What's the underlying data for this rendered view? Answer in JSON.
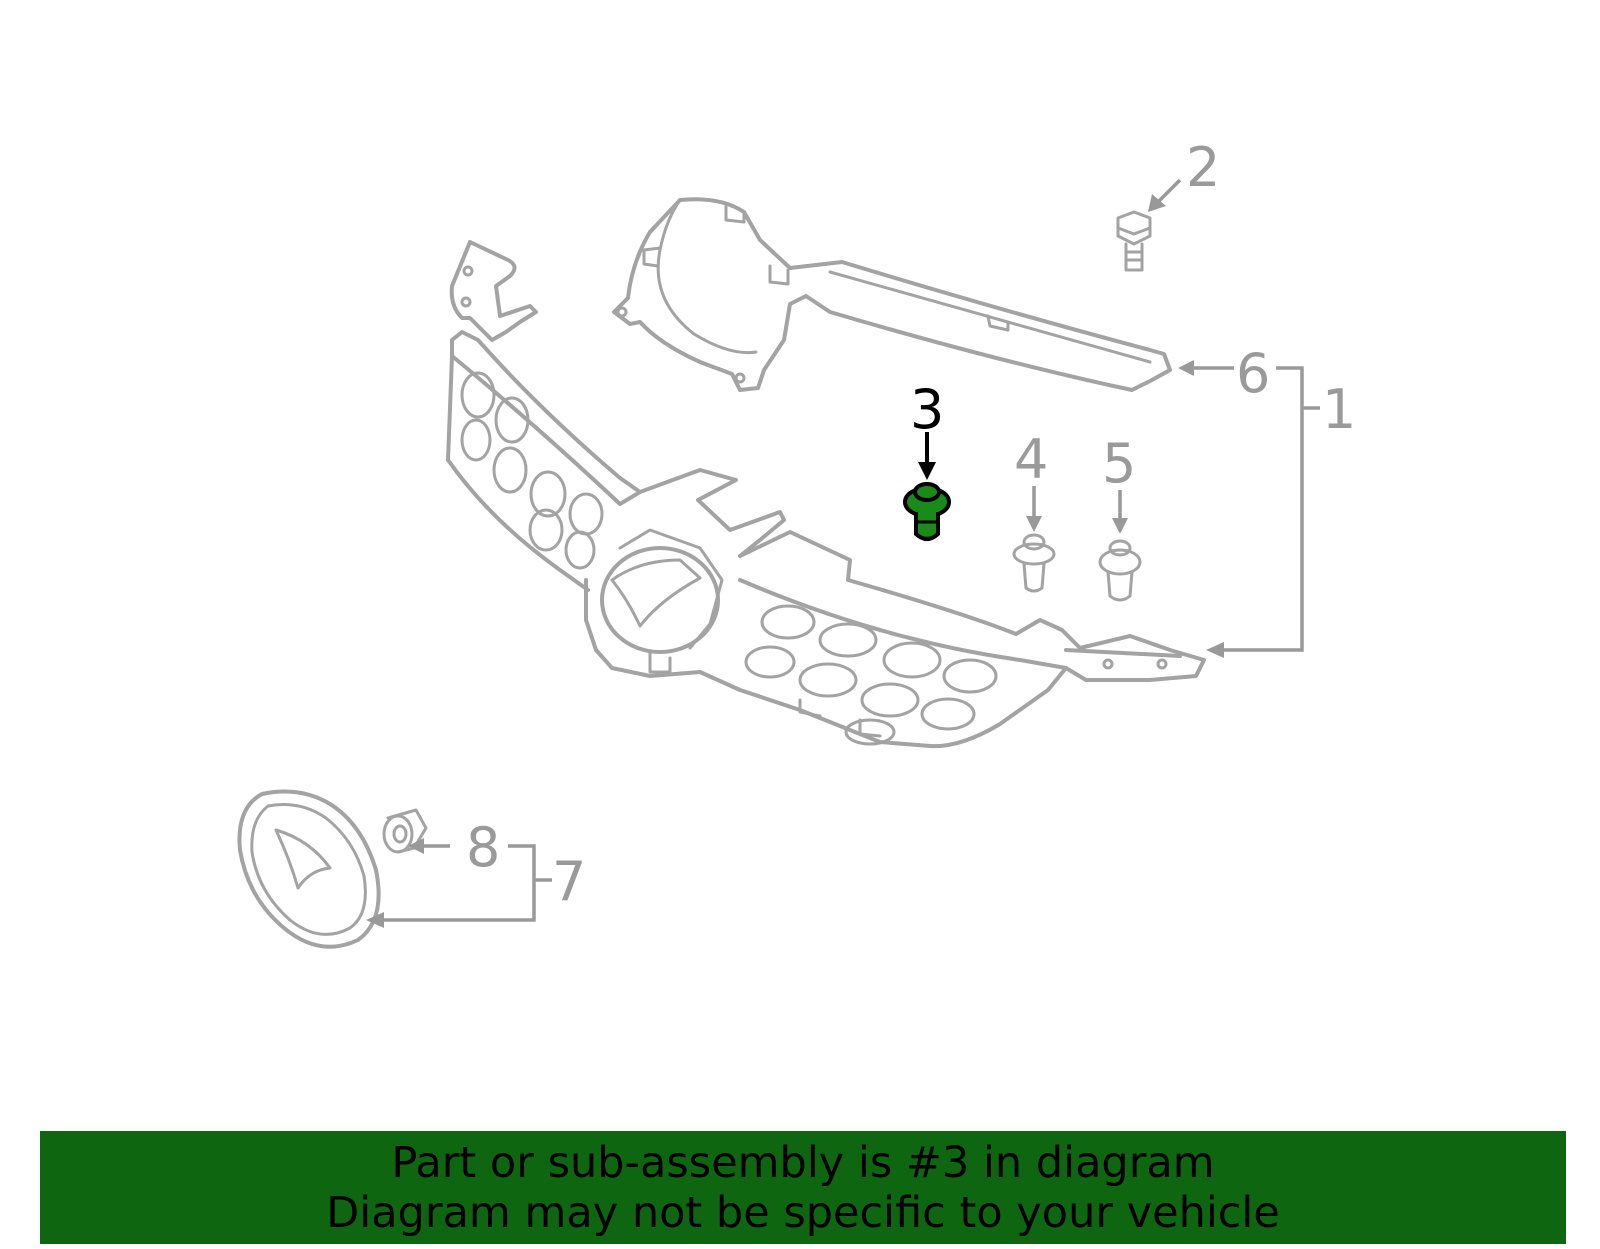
{
  "diagram": {
    "highlighted_part": "3",
    "highlight_color": "#1a8a1a",
    "callouts": {
      "c1": "1",
      "c2": "2",
      "c3": "3",
      "c4": "4",
      "c5": "5",
      "c6": "6",
      "c7": "7",
      "c8": "8"
    }
  },
  "banner": {
    "line1": "Part or sub-assembly is #3 in diagram",
    "line2": "Diagram may not be specific to your vehicle",
    "background": "#0f6610"
  }
}
